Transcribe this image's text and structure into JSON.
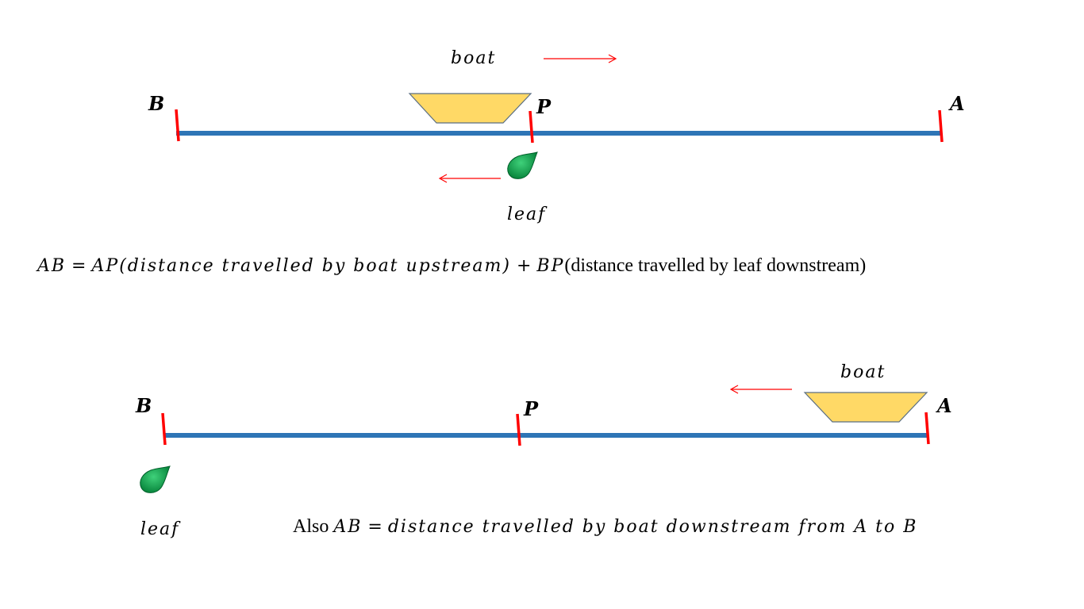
{
  "colors": {
    "river": "#2E75B6",
    "tick": "#FF0000",
    "arrow": "#FF0000",
    "boat_fill": "#FFD966",
    "boat_stroke": "#5B6F83",
    "leaf_dark": "#007A33",
    "leaf_light": "#3FD17A"
  },
  "top_scene": {
    "label_b": "B",
    "label_p": "P",
    "label_a": "A",
    "boat_label": "boat",
    "leaf_label": "leaf"
  },
  "equation": {
    "lhs": "AB",
    "equals": " = ",
    "term1": "AP",
    "term1_desc": "(distance travelled by boat upstream)",
    "plus": " + ",
    "term2": "BP",
    "term2_desc": "(distance travelled by leaf downstream)"
  },
  "bottom_scene": {
    "label_b": "B",
    "label_p": "P",
    "label_a": "A",
    "boat_label": "boat",
    "leaf_label": "leaf",
    "also_word": "Also ",
    "also_lhs": "AB",
    "also_equals": " = ",
    "also_rhs": "distance travelled by boat downstream from A to B"
  },
  "icons": {
    "boat": "trapezoid-boat-icon",
    "leaf": "teardrop-leaf-icon",
    "arrow": "thin-arrow-icon"
  }
}
